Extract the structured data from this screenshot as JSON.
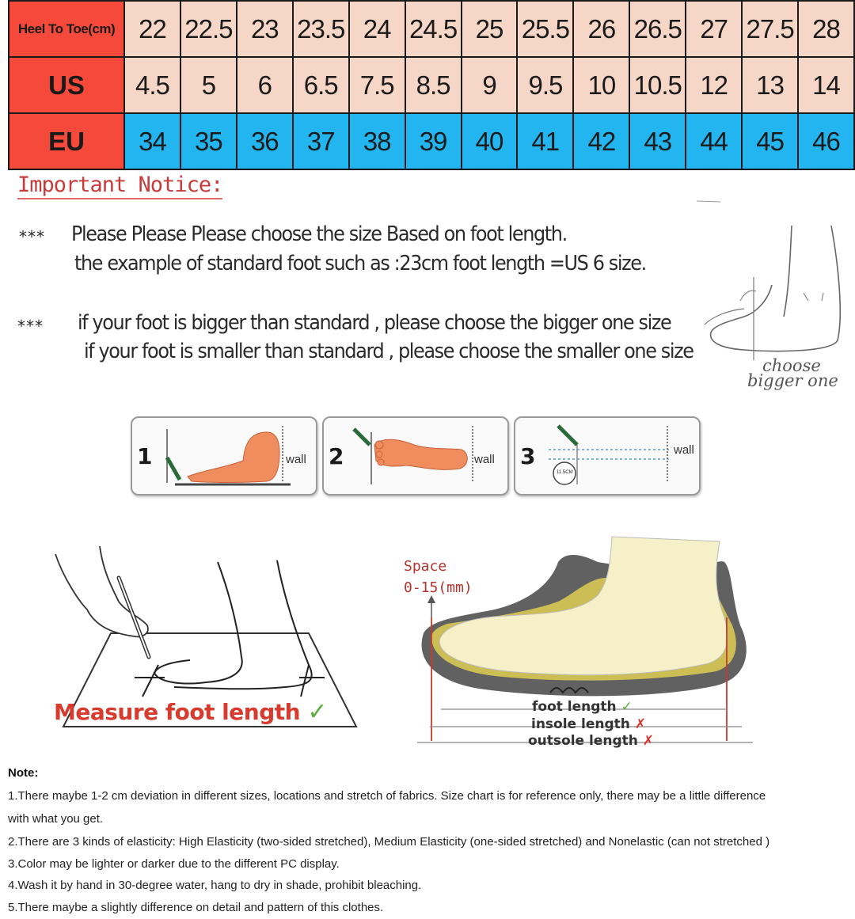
{
  "size_table": {
    "rows": [
      {
        "label": "Heel To Toe(cm)",
        "values": [
          "22",
          "22.5",
          "23",
          "23.5",
          "24",
          "24.5",
          "25",
          "25.5",
          "26",
          "26.5",
          "27",
          "27.5",
          "28"
        ]
      },
      {
        "label": "US",
        "values": [
          "4.5",
          "5",
          "6",
          "6.5",
          "7.5",
          "8.5",
          "9",
          "9.5",
          "10",
          "10.5",
          "12",
          "13",
          "14"
        ]
      },
      {
        "label": "EU",
        "values": [
          "34",
          "35",
          "36",
          "37",
          "38",
          "39",
          "40",
          "41",
          "42",
          "43",
          "44",
          "45",
          "46"
        ]
      }
    ],
    "colors": {
      "header": "#f5493c",
      "light": "#f6d6c6",
      "eu": "#22b5ef"
    }
  },
  "notice": {
    "title": "Important Notice:",
    "stars": "***",
    "line1": "Please Please Please choose the size Based on foot length.",
    "line2": "the example of standard foot such as :23cm foot length =US 6 size.",
    "line3": "if your foot is bigger than standard , please choose the bigger one size",
    "line4": "if your foot is smaller than standard , please choose the smaller one size",
    "sketch_caption_1": "choose",
    "sketch_caption_2": "bigger one"
  },
  "steps": {
    "items": [
      {
        "num": "1",
        "wall": "wall"
      },
      {
        "num": "2",
        "wall": "wall"
      },
      {
        "num": "3",
        "wall": "wall"
      }
    ],
    "ruler_readout": "11.5CM"
  },
  "diagrams": {
    "measure_caption": "Measure foot length",
    "space_label_1": "Space",
    "space_label_2": "0-15(mm)",
    "foot_length": "foot length",
    "insole_length": "insole length",
    "outsole_length": "outsole length",
    "ok_mark": "✓",
    "bad_mark": "✗"
  },
  "note": {
    "title": "Note:",
    "lines": [
      "1.There maybe 1-2 cm deviation in different sizes, locations and stretch of fabrics. Size chart is for reference only, there may be a little difference",
      "with what you get.",
      " 2.There are 3 kinds of elasticity: High Elasticity (two-sided stretched), Medium Elasticity (one-sided stretched) and Nonelastic (can not stretched )",
      " 3.Color may be lighter or darker due to the different PC display.",
      " 4.Wash it by hand in 30-degree water, hang to dry in shade, prohibit bleaching.",
      "5.There maybe a slightly difference on detail and pattern of this clothes."
    ]
  }
}
